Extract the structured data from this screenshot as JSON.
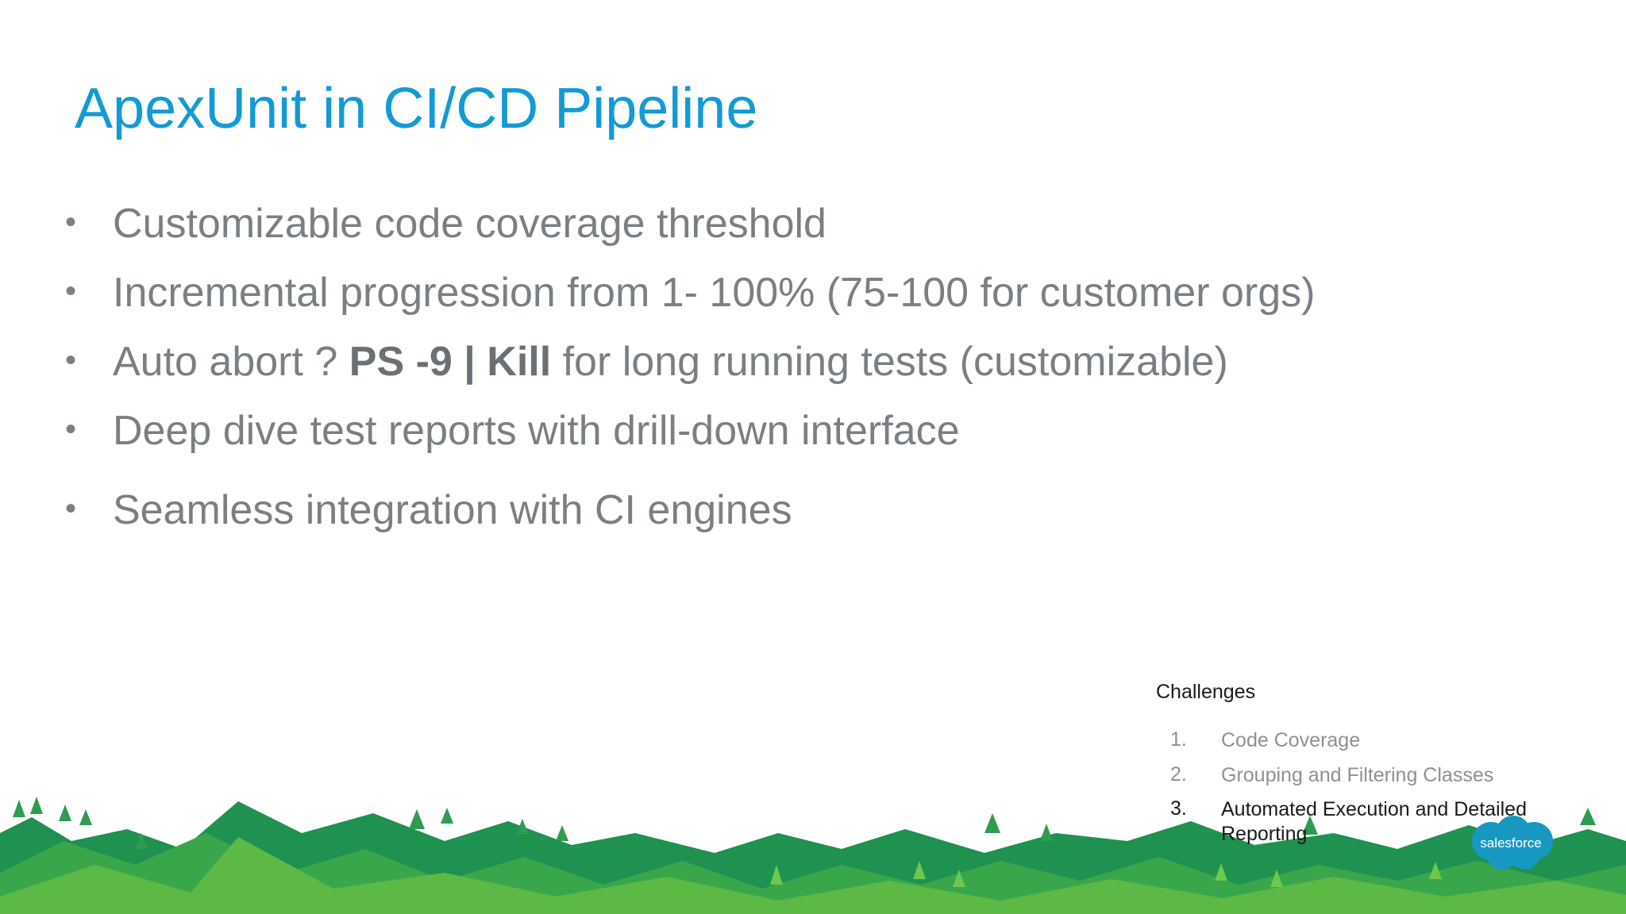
{
  "slide": {
    "title": "ApexUnit in CI/CD Pipeline",
    "bullets": [
      {
        "text": "Customizable code coverage threshold"
      },
      {
        "text": "Incremental progression from 1- 100% (75-100 for customer orgs)"
      },
      {
        "pre": "Auto abort ? ",
        "bold": "PS -9 | Kill",
        "post": " for long running tests (customizable)"
      },
      {
        "text": "Deep dive test reports with drill-down interface"
      },
      {
        "text": "Seamless integration with CI engines"
      }
    ],
    "bullet_glyph": "•"
  },
  "challenges": {
    "heading": "Challenges",
    "items": [
      {
        "num": "1.",
        "label": "Code Coverage",
        "active": false
      },
      {
        "num": "2.",
        "label": "Grouping and Filtering Classes",
        "active": false
      },
      {
        "num": "3.",
        "label": "Automated Execution and Detailed Reporting",
        "active": true
      }
    ]
  },
  "logo": {
    "text": "salesforce",
    "color": "#1798c1"
  },
  "colors": {
    "title": "#139ad6",
    "bullet_text": "#7a7f83",
    "hills_dark": "#1f9150",
    "hills_light": "#5cb946"
  }
}
